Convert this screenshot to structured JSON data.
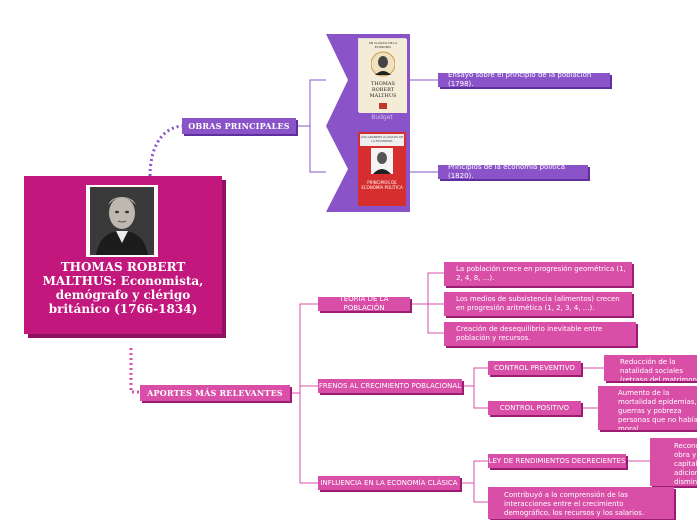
{
  "colors": {
    "main": "#c2187e",
    "purple": "#8a54c8",
    "pink": "#d94fa8",
    "line_purple": "#8a54c8",
    "line_pink": "#d94fa8"
  },
  "root": {
    "title": "THOMAS ROBERT MALTHUS: Economista, demógrafo y clérigo británico (1766-1834)",
    "portrait_icon": "portrait-image"
  },
  "obras": {
    "label": "OBRAS PRINCIPALES",
    "books": [
      {
        "cover_top": "UN CLÁSICO DE LA ECONOMÍA",
        "cover_author": "THOMAS ROBERT MALTHUS",
        "cover_caption": "Budget",
        "desc": "Ensayo sobre el principio de la población (1798)."
      },
      {
        "cover_top": "LOS GRANDES CLÁSICOS DE LA ECONOMÍA",
        "cover_author": "PRINCIPIOS DE ECONOMÍA POLÍTICA",
        "desc": "Principios de la economía política (1820)."
      }
    ]
  },
  "aportes": {
    "label": "APORTES MÁS RELEVANTES",
    "teoria": {
      "label": "TEORÍA DE LA POBLACIÓN",
      "items": [
        "La población crece en progresión geométrica  (1, 2, 4, 8, ...).",
        "Los medios de subsistencia (alimentos) crecen en progresión aritmética (1, 2, 3, 4, ...).",
        "Creación de desequilibrio inevitable entre  población y recursos."
      ]
    },
    "frenos": {
      "label": "FRENOS AL CRECIMIENTO POBLACIONAL",
      "preventivo": {
        "label": "CONTROL PREVENTIVO",
        "desc": "Reducción de la natalidad  sociales (retraso del matrimonio"
      },
      "positivo": {
        "label": "CONTROL POSITIVO",
        "desc": "Aumento de la mortalidad epidemias, guerras y pobreza personas que no habían moral."
      }
    },
    "influencia": {
      "label": "INFLUENCIA EN LA ECONOMÍA CLÁSICA",
      "ley": {
        "label": "LEY DE RENDIMIENTOS DECRECIENTES",
        "desc": "Reconoce obra y capital adicional disminuye"
      },
      "contribuyo": "Contribuyó a la comprensión de las interacciones entre el crecimiento demográfico, los recursos  y los salarios."
    }
  }
}
